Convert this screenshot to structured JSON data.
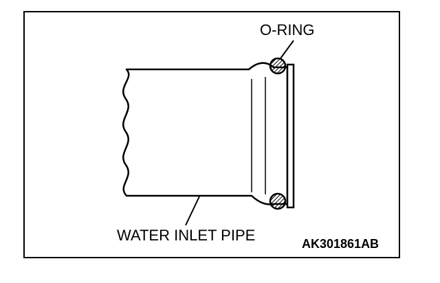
{
  "labels": {
    "o_ring": "O-RING",
    "pipe": "WATER INLET PIPE",
    "figure_code": "AK301861AB"
  },
  "colors": {
    "line": "#000000",
    "background": "#ffffff"
  }
}
